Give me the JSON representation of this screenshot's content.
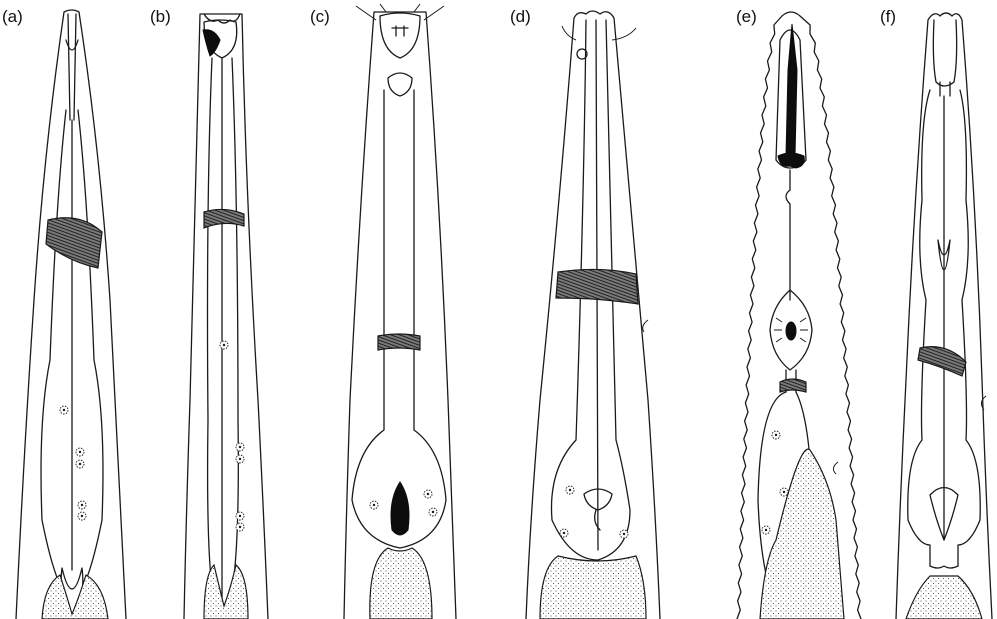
{
  "figure": {
    "panels": [
      {
        "id": "a",
        "label": "(a)"
      },
      {
        "id": "b",
        "label": "(b)"
      },
      {
        "id": "c",
        "label": "(c)"
      },
      {
        "id": "d",
        "label": "(d)"
      },
      {
        "id": "e",
        "label": "(e)"
      },
      {
        "id": "f",
        "label": "(f)"
      }
    ]
  },
  "colors": {
    "ink": "#1a1a1a",
    "background": "#ffffff"
  }
}
